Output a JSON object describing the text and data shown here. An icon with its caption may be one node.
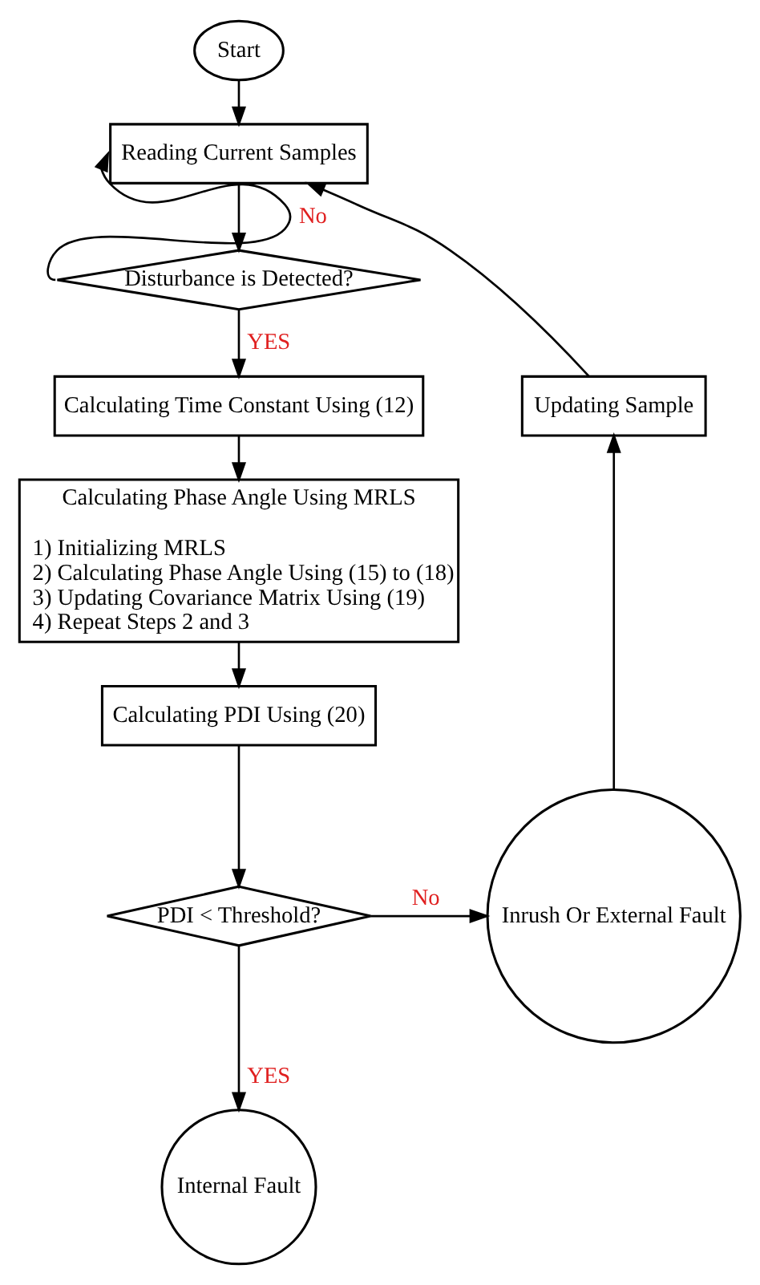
{
  "diagram": {
    "nodes": [
      {
        "text": [
          "Start"
        ]
      },
      {
        "text": [
          "Reading Current Samples"
        ]
      },
      {
        "text": [
          "Disturbance is Detected?"
        ]
      },
      {
        "text": [
          "Calculating Time Constant Using (12)"
        ]
      },
      {
        "text": [
          "Calculating Phase Angle Using MRLS",
          "1) Initializing MRLS",
          "2) Calculating Phase Angle Using (15) to (18)",
          "3) Updating Covariance Matrix Using (19)",
          "4) Repeat Steps 2 and 3"
        ]
      },
      {
        "text": [
          "Calculating PDI Using (20)"
        ]
      },
      {
        "text": [
          "PDI < Threshold?"
        ]
      },
      {
        "text": [
          "Inrush Or External Fault"
        ]
      },
      {
        "text": [
          "Internal Fault"
        ]
      },
      {
        "text": [
          "Updating Sample"
        ]
      }
    ],
    "edges": [
      {
        "from": 0,
        "to": 1,
        "arrow": "to"
      },
      {
        "from": 1,
        "to": 2,
        "arrow": "to"
      },
      {
        "from": 2,
        "to": 3,
        "arrow": "to",
        "label": "YES"
      },
      {
        "from": 2,
        "to": 1,
        "arrow": "to",
        "label": "No"
      },
      {
        "from": 3,
        "to": 4,
        "arrow": "to"
      },
      {
        "from": 4,
        "to": 5,
        "arrow": "to"
      },
      {
        "from": 5,
        "to": 6,
        "arrow": "to"
      },
      {
        "from": 6,
        "to": 7,
        "arrow": "to",
        "label": "No"
      },
      {
        "from": 6,
        "to": 8,
        "arrow": "to",
        "label": "YES"
      },
      {
        "from": 7,
        "to": 9,
        "arrow": "to"
      },
      {
        "from": 9,
        "to": 1,
        "arrow": "to"
      }
    ]
  }
}
